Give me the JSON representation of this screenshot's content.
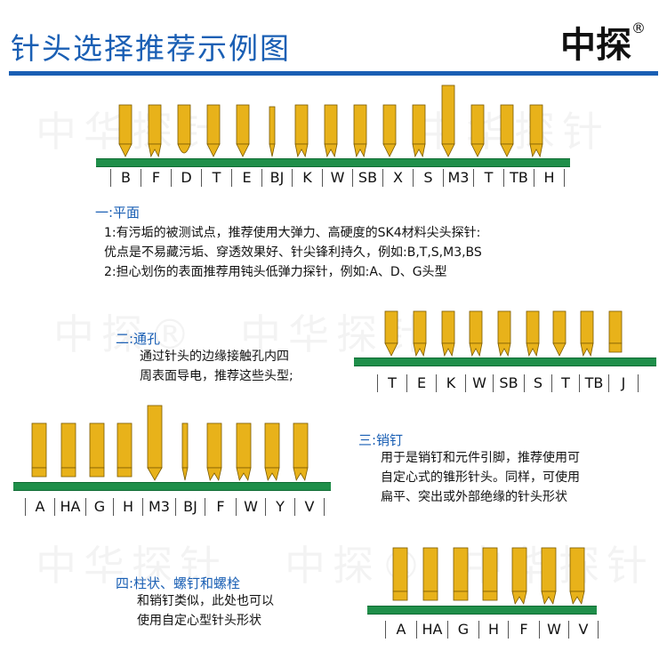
{
  "header": {
    "title": "针头选择推荐示例图",
    "brand": "中探",
    "brand_mark": "®"
  },
  "watermark": {
    "text": "中华探针",
    "brand": "中探®"
  },
  "row1": {
    "labels": [
      "B",
      "F",
      "D",
      "T",
      "E",
      "BJ",
      "K",
      "W",
      "SB",
      "X",
      "S",
      "M3",
      "T",
      "TB",
      "H"
    ]
  },
  "section1": {
    "heading": "一:平面",
    "line1": "1:有污垢的被测试点，推荐使用大弹力、高硬度的SK4材料尖头探针:",
    "line2": "优点是不易藏污垢、穿透效果好、针尖锋利持久，例如:B,T,S,M3,BS",
    "line3": "2:担心划伤的表面推荐用钝头低弹力探针，例如:A、D、G头型"
  },
  "section2": {
    "heading": "二:通孔",
    "line1": "通过针头的边缘接触孔内四",
    "line2": "周表面导电，推荐这些头型;",
    "labels": [
      "T",
      "E",
      "K",
      "W",
      "SB",
      "S",
      "T",
      "TB",
      "J"
    ]
  },
  "section3": {
    "heading": "三:销钉",
    "line1": "用于是销钉和元件引脚，推荐使用可",
    "line2": "自定心式的锥形针头。同样，可使用",
    "line3": "扁平、突出或外部绝缘的针头形状",
    "labels": [
      "A",
      "HA",
      "G",
      "H",
      "M3",
      "BJ",
      "F",
      "W",
      "Y",
      "V"
    ]
  },
  "section4": {
    "heading": "四:柱状、螺钉和螺栓",
    "line1": "和销钉类似，此处也可以",
    "line2": "使用自定心型针头形状",
    "labels": [
      "A",
      "HA",
      "G",
      "H",
      "F",
      "W",
      "V"
    ]
  },
  "colors": {
    "title_blue": "#1a5fb4",
    "pcb_green": "#1f8f4a",
    "pin_gold": "#e8b21a",
    "pin_outline": "#7a5a00"
  }
}
